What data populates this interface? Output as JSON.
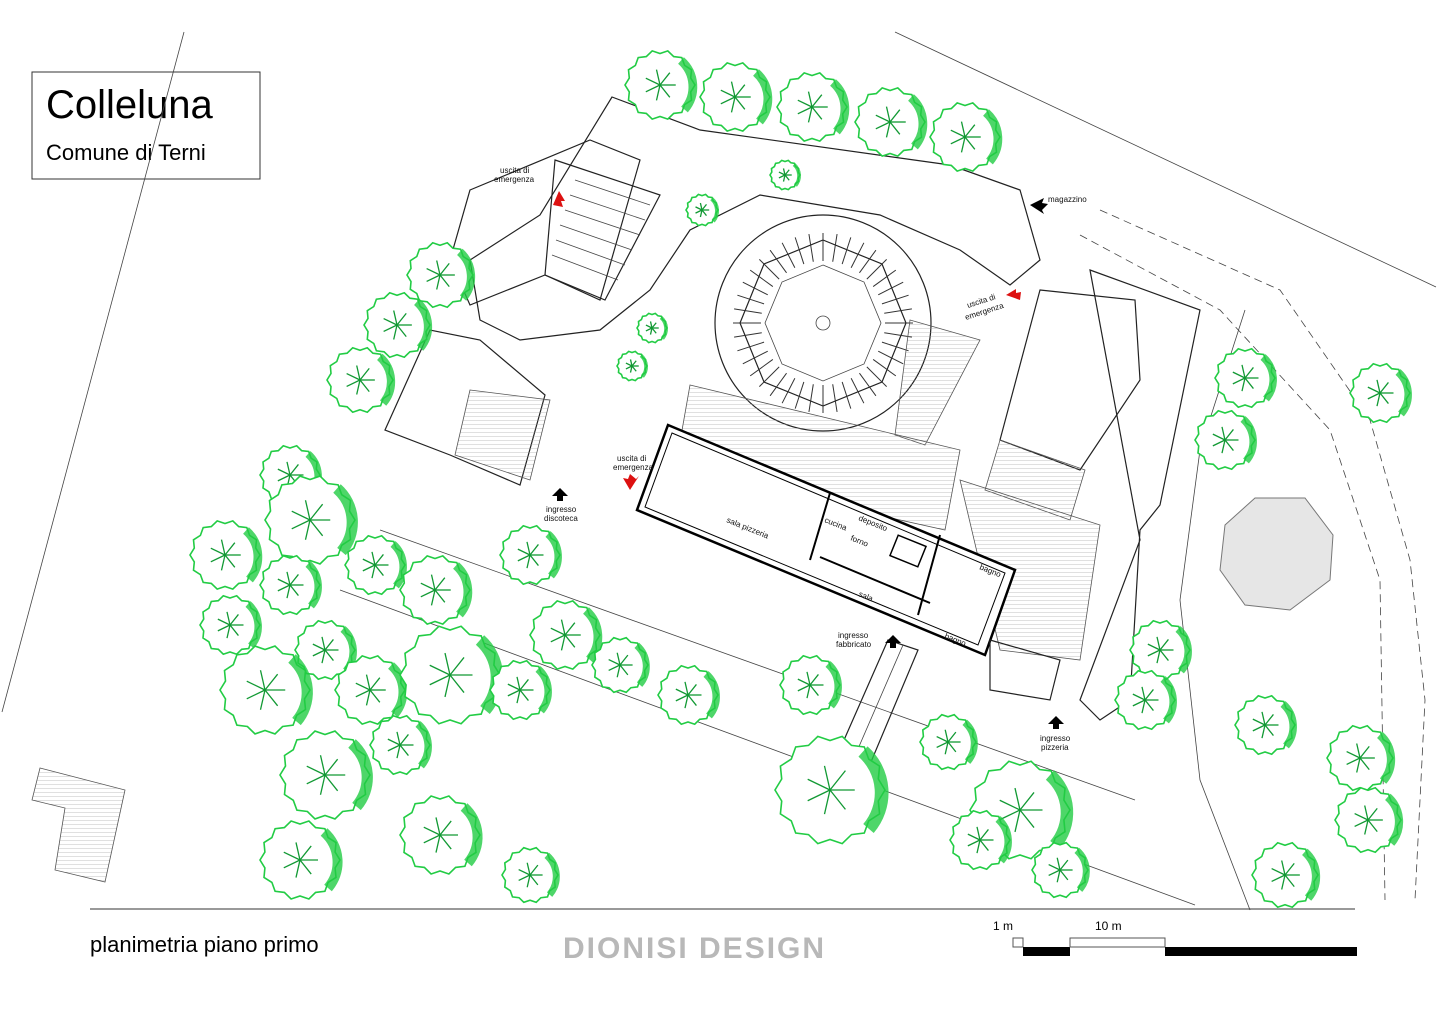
{
  "title_box": {
    "title": "Colleluna",
    "subtitle": "Comune di Terni"
  },
  "footer": {
    "caption": "planimetria piano primo",
    "logo_text": "DIONISI DESIGN"
  },
  "scale_bar": {
    "label_small": "1 m",
    "label_large": "10 m"
  },
  "labels": {
    "uscita_1a": "uscita di",
    "uscita_1b": "emergenza",
    "uscita_2a": "uscita di",
    "uscita_2b": "emergenza",
    "uscita_3a": "uscita di",
    "uscita_3b": "emergenza",
    "magazzino": "magazzino",
    "ingresso_discoteca_a": "ingresso",
    "ingresso_discoteca_b": "discoteca",
    "ingresso_fabbricato_a": "ingresso",
    "ingresso_fabbricato_b": "fabbricato",
    "ingresso_pizzeria_a": "ingresso",
    "ingresso_pizzeria_b": "pizzeria",
    "sala_pizzeria": "sala pizzeria",
    "cucina": "cucina",
    "deposito": "deposito",
    "forno": "forno",
    "sala": "sala",
    "bagno_1": "bagno",
    "bagno_2": "bagno"
  },
  "colors": {
    "tree": "#22cc44",
    "tree_dark": "#119933",
    "emergency_arrow": "#dd1111",
    "entry_arrow": "#000000"
  }
}
